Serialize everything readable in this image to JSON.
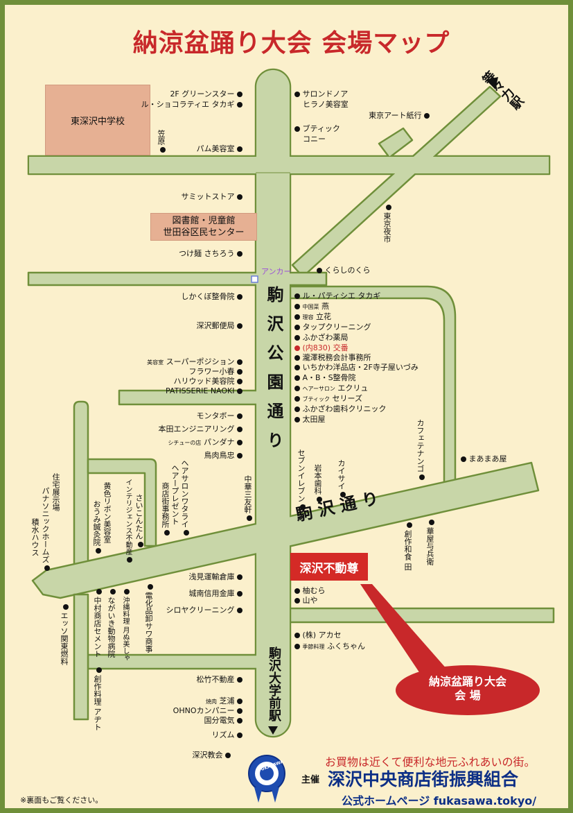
{
  "title": "納涼盆踊り大会 会場マップ",
  "colors": {
    "road": "#c8d6a8",
    "road_edge": "#6f8f3a",
    "bg": "#fbf0cc",
    "accent": "#c8282a",
    "org": "#0d2f86"
  },
  "buildings": {
    "school": "東深沢中学校",
    "library_1": "図書館・児童館",
    "library_2": "世田谷区民センター",
    "venue_box": "深沢不動尊"
  },
  "stations": {
    "todoroki": "等々力駅",
    "komazawa": "駒沢大学前駅"
  },
  "roads": {
    "park_st": "駒沢公園通り",
    "komazawa_st": "駒 沢 通 り"
  },
  "anchor": "アンカー",
  "venue_bubble": {
    "line1": "納涼盆踊り大会",
    "line2": "会 場"
  },
  "shops_left": [
    "2F グリーンスター",
    "ル・ショコラティエ タカギ",
    "パム美容室",
    "サミットストア",
    "つけ麺 さちろう",
    "しかくぼ整骨院",
    "深沢郵便局",
    "スーパーポジション",
    "フラワー小春",
    "ハリウッド美容院",
    "PATISSERIE NAOKI",
    "モンタボー",
    "本田エンジニアリング",
    "パンダナ",
    "鳥肉鳥忠",
    "浅見運輸倉庫",
    "城南信用金庫",
    "シロヤクリーニング",
    "松竹不動産",
    "芝浦",
    "OHNOカンパニー",
    "国分電気",
    "リズム",
    "深沢教会"
  ],
  "shops_left_small": {
    "biyo": "美容室",
    "stew": "シチューの店",
    "yakiniku": "焼肉"
  },
  "shops_right": [
    "サロンドノア",
    "ヒラノ美容室",
    "ブティック",
    "コニー",
    "東京アート紙行",
    "くらしのくら",
    "ル・パティシエ タカギ",
    "燕",
    "立花",
    "タップクリーニング",
    "ふかざわ薬局",
    "(内830) 交番",
    "瀧澤税務会計事務所",
    "いちかわ洋品店・2F寺子屋いづみ",
    "A・B・S整骨院",
    "エクリュ",
    "セリーズ",
    "ふかざわ歯科クリニック",
    "太田屋",
    "まあまあ屋",
    "柚むら",
    "山や",
    "(株) アカセ",
    "ふくちゃん"
  ],
  "shops_right_small": {
    "chuka": "中国菜",
    "riyo": "理容",
    "hair": "ヘアーサロン",
    "boutique": "ブティック",
    "kisetsu": "季節料理"
  },
  "vertical_shops": [
    "笠原",
    "東京夜市",
    "カフェテナンゴ",
    "セブンイレブン",
    "岩本歯科",
    "カイサイ",
    "創作和食 田",
    "華屋与兵衛",
    "中華三友軒",
    "ヘアサロンワタライ",
    "ヘアープレゼント",
    "商店街事務所",
    "インテリジェンス不動産",
    "さいこんたん",
    "黄色リボン美容室",
    "おうみ鍼灸院",
    "住宅展示場",
    "パナソニックホームズ",
    "積水ハウス",
    "エッソ関東燃料",
    "中村商店セメント",
    "ながいき動物病院",
    "沖縄料理 月ぬ美しゃ",
    "電化品卸サワ商事",
    "創作料理 アヂト"
  ],
  "footer": {
    "note": "※裏面もご覧ください。",
    "tagline": "お買物は近くて便利な地元ふれあいの街。",
    "sponsor_label": "主催",
    "org": "深沢中央商店街振興組合",
    "homepage": "公式ホームページ fukasawa.tokyo/",
    "badge": "FUKASAWA"
  }
}
